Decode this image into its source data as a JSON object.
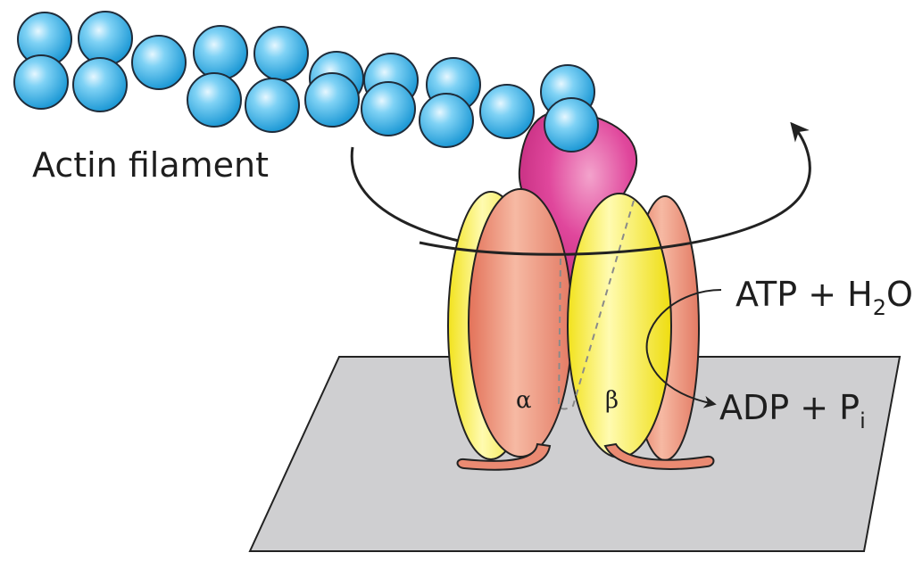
{
  "labels": {
    "actin": "Actin filament",
    "atp_prefix": "ATP + H",
    "atp_sub": "2",
    "atp_suffix": "O",
    "adp_prefix": "ADP + P",
    "adp_sub": "i",
    "alpha": "α",
    "beta": "β"
  },
  "colors": {
    "actin_subunit": "#35b3e8",
    "gamma_subunit": "#e0429a",
    "alpha_subunit": "#ec8e78",
    "beta_subunit": "#f5f02a",
    "membrane": "#cfcfd1",
    "outline": "#222222"
  }
}
